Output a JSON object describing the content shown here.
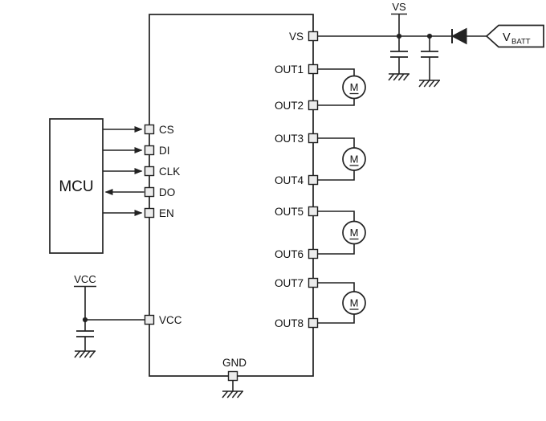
{
  "schematic": {
    "mcu": {
      "label": "MCU"
    },
    "ic": {
      "left_pin_labels": [
        "CS",
        "DI",
        "CLK",
        "DO",
        "EN"
      ],
      "vcc_pin_label": "VCC",
      "gnd_pin_label": "GND",
      "vs_pin_label": "VS",
      "out_pin_labels": [
        "OUT1",
        "OUT2",
        "OUT3",
        "OUT4",
        "OUT5",
        "OUT6",
        "OUT7",
        "OUT8"
      ]
    },
    "nets": {
      "vs_rail_label": "VS",
      "vcc_rail_label": "VCC",
      "vbatt_label_base": "V",
      "vbatt_label_sub": "BATT"
    },
    "motor_label": "M",
    "colors": {
      "line": "#222222",
      "background": "#ffffff",
      "pin_fill": "#ececec"
    }
  }
}
